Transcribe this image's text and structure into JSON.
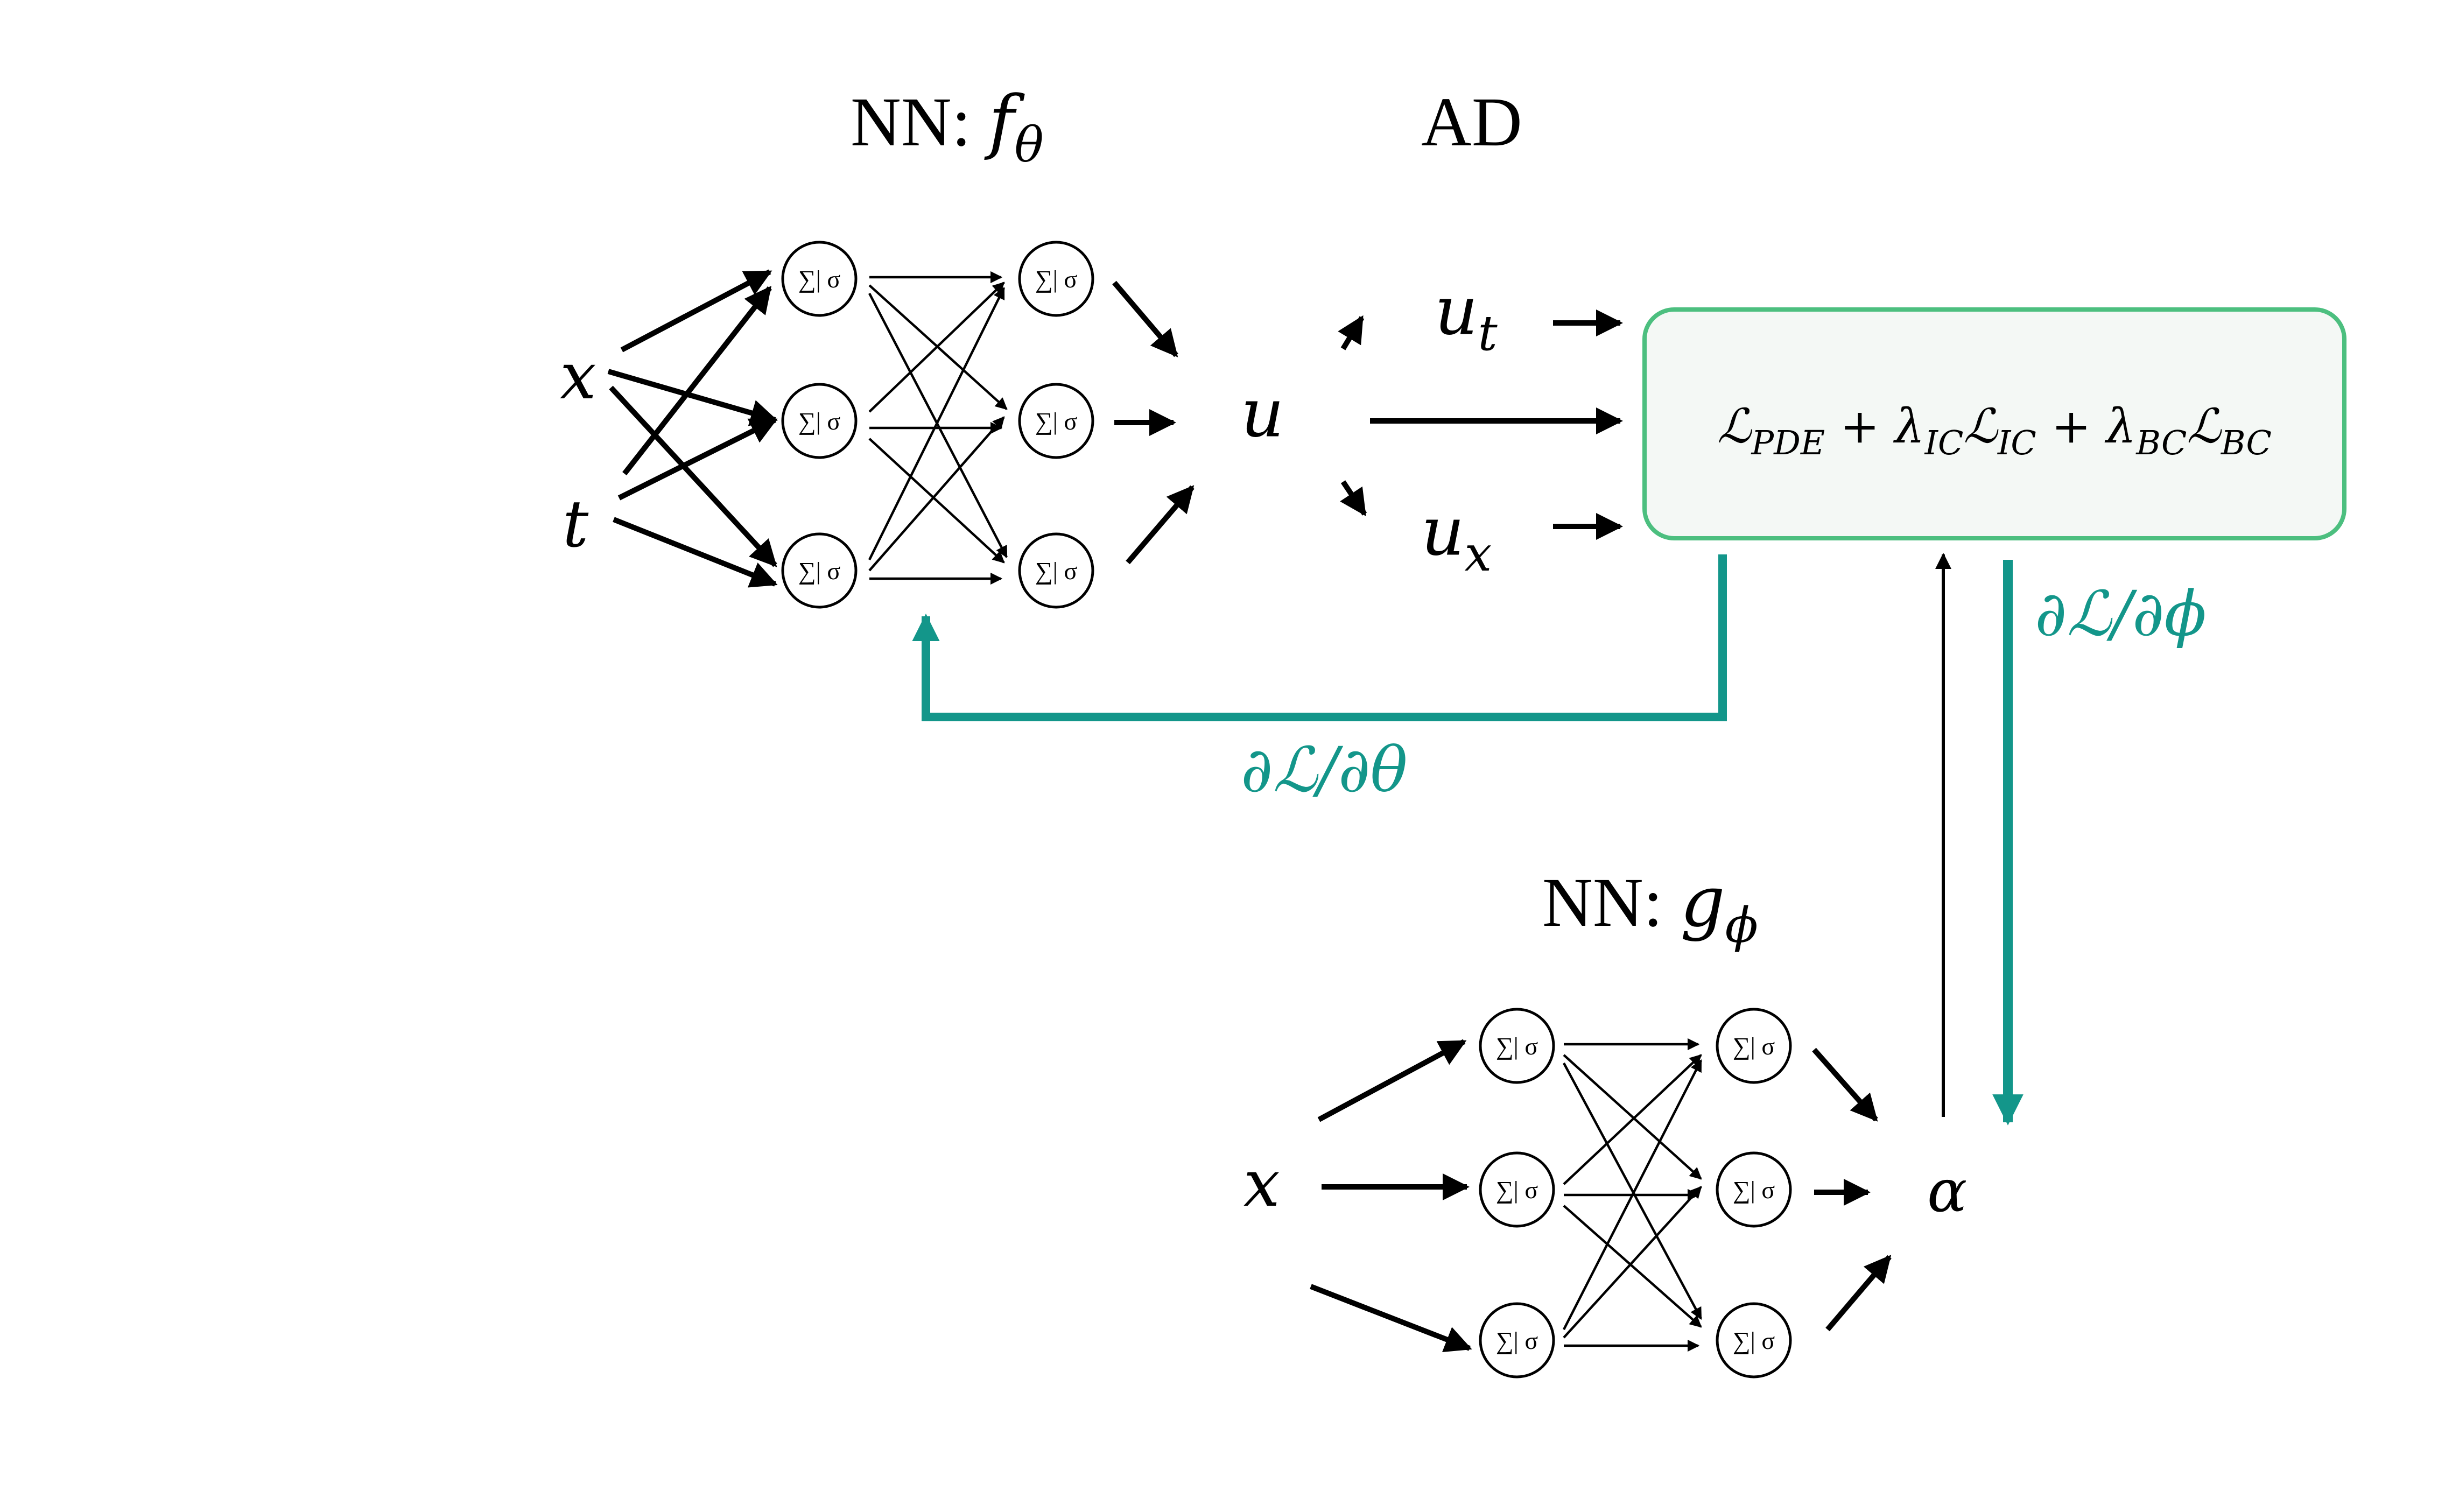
{
  "top_network": {
    "title_prefix": "NN: ",
    "title_func": "f",
    "title_sub": "θ",
    "inputs": [
      "x",
      "t"
    ],
    "output": "u",
    "neuron_symbol": "∑| σ"
  },
  "ad": {
    "title": "AD",
    "derivative_t": "u",
    "derivative_t_sub": "t",
    "derivative_x": "u",
    "derivative_x_sub": "x"
  },
  "loss": {
    "term1": "ℒ",
    "term1_sub": "PDE",
    "plus1": " + ",
    "lambda1": "λ",
    "lambda1_sub": "IC",
    "term2": "ℒ",
    "term2_sub": "IC",
    "plus2": " + ",
    "lambda2": "λ",
    "lambda2_sub": "BC",
    "term3": "ℒ",
    "term3_sub": "BC"
  },
  "gradients": {
    "theta": "∂ℒ/∂θ",
    "phi": "∂ℒ/∂ϕ"
  },
  "bottom_network": {
    "title_prefix": "NN: ",
    "title_func": "g",
    "title_sub": "ϕ",
    "input": "x",
    "output": "α",
    "neuron_symbol": "∑| σ"
  },
  "colors": {
    "accent": "#13968a",
    "loss_border": "#4cbf7f",
    "loss_fill": "#f4f8f5",
    "line": "#000000"
  }
}
